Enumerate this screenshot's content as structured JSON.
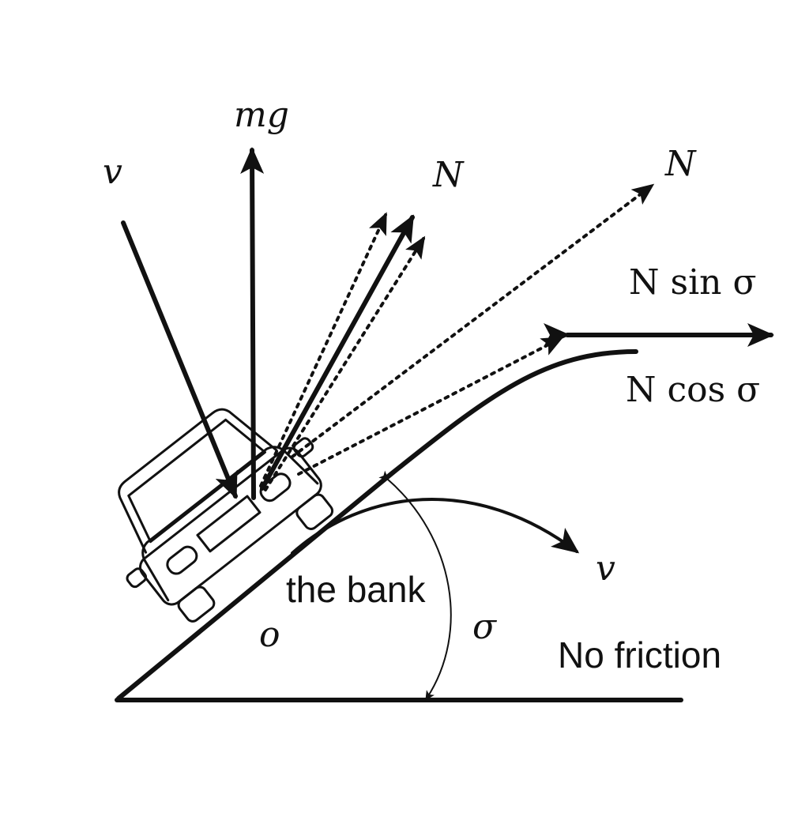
{
  "labels": {
    "mg": "mg",
    "v_top": "v",
    "N_center": "N",
    "N_right": "N",
    "N_sin": "N sin σ",
    "N_cos": "N cos σ",
    "v_bottom": "v",
    "bank": "the bank",
    "origin": "o",
    "angle": "σ",
    "no_friction": "No friction"
  },
  "colors": {
    "ink": "#111111",
    "background": "#ffffff"
  },
  "icons": {
    "vehicle": "car-icon"
  }
}
